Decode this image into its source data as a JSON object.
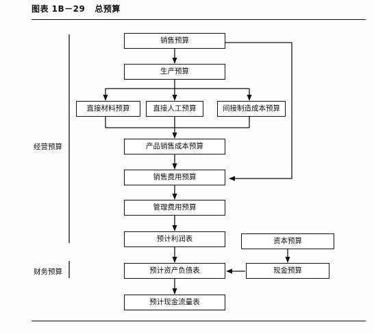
{
  "figure": {
    "number": "图表 1B－29",
    "title": "总预算"
  },
  "sections": {
    "operating": "经营预算",
    "financial": "财务预算"
  },
  "nodes": {
    "sales_budget": "销售预算",
    "production_budget": "生产预算",
    "direct_material_budget": "直接材料预算",
    "direct_labor_budget": "直接人工预算",
    "overhead_budget": "间接制造成本预算",
    "cost_of_goods_sold_budget": "产品销售成本预算",
    "selling_expense_budget": "销售费用预算",
    "admin_expense_budget": "管理费用预算",
    "projected_income_statement": "预计利润表",
    "capital_budget": "资本预算",
    "cash_budget": "现金预算",
    "projected_balance_sheet": "预计资产负债表",
    "projected_cash_flow_statement": "预计现金流量表"
  }
}
